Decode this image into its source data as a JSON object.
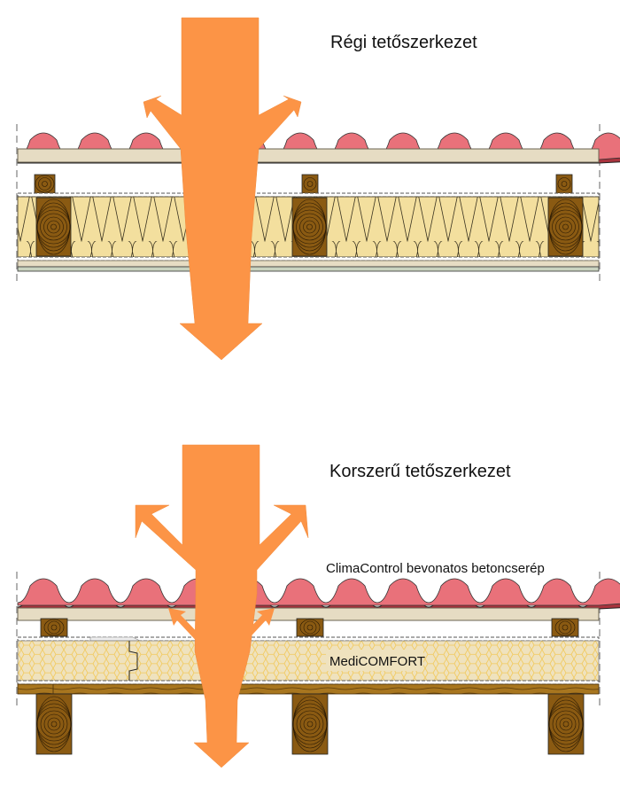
{
  "diagrams": [
    {
      "id": "old",
      "title": "Régi tetőszerkezet",
      "layers": [
        "roof-tiles",
        "tile-batten-board",
        "counter-battens",
        "mineral-wool-insulation-between-rafters",
        "inner-lining"
      ],
      "heat_arrow": "large heat flow passes through the roof; small portion reflected"
    },
    {
      "id": "modern",
      "title": "Korszerű tetőszerkezet",
      "tile_label": "ClimaControl bevonatos betoncserép",
      "insulation_label": "MediCOMFORT",
      "layers": [
        "coated-concrete-roof-tiles",
        "tile-batten-board",
        "counter-battens",
        "pir-insulation-board",
        "wooden-decking",
        "rafters"
      ],
      "heat_arrow": "most heat reflected; narrow flow passes through"
    }
  ],
  "colors": {
    "arrow": "#fc9446",
    "tile_light": "#e9717a",
    "tile_dark": "#a8333d",
    "board": "#e6dcc3",
    "wool": "#f3df9e",
    "wood": "#8a5a12",
    "pir": "#f2e2b0"
  }
}
